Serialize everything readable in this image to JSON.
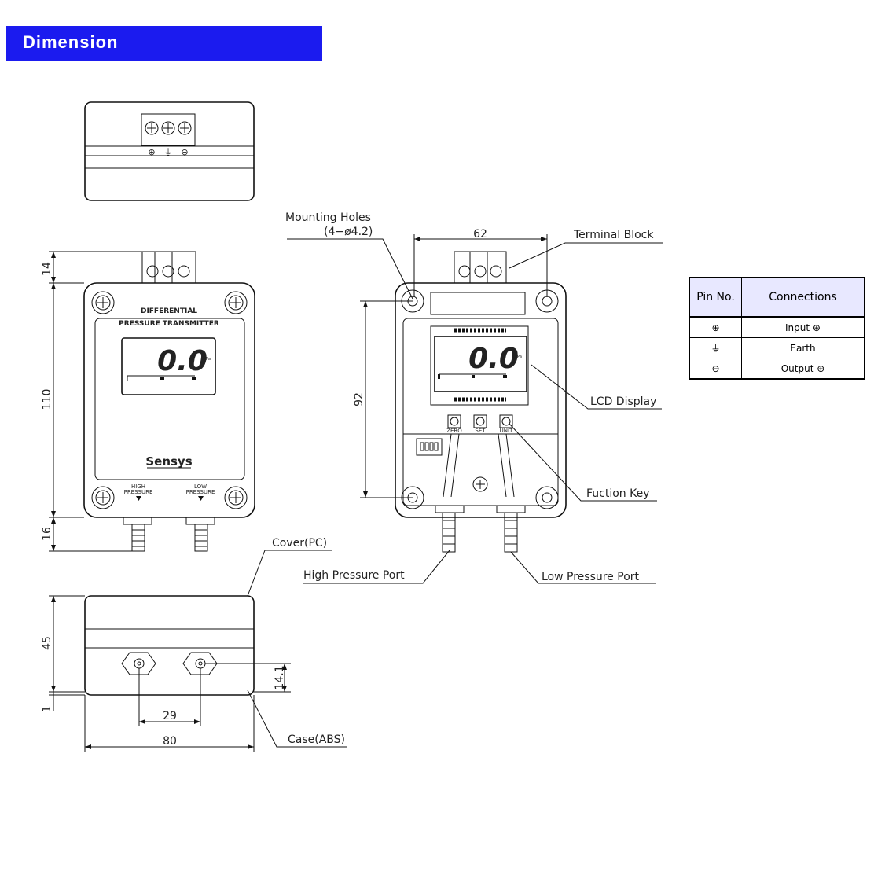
{
  "header": {
    "title": "Dimension",
    "color": "#1b1bef"
  },
  "top_view": {
    "terminal_symbols": [
      "⊕",
      "⏚",
      "⊖"
    ]
  },
  "front_view": {
    "title_line1": "DIFFERENTIAL",
    "title_line2": "PRESSURE TRANSMITTER",
    "lcd_value": "0.0",
    "lcd_unit": "Pa",
    "brand": "Sensys",
    "high_port_label_1": "HIGH",
    "high_port_label_2": "PRESSURE",
    "low_port_label_1": "LOW",
    "low_port_label_2": "PRESSURE",
    "dim_top": "14",
    "dim_height": "110",
    "dim_bottom": "16"
  },
  "inner_view": {
    "lcd_value": "0.0",
    "lcd_unit": "Pa",
    "keys": [
      "ZERO",
      "SET",
      "UNIT"
    ],
    "dim_width": "62",
    "dim_height": "92"
  },
  "side_view": {
    "dim_height": "45",
    "dim_base": "1",
    "dim_port_height": "14.1",
    "dim_port_spacing": "29",
    "dim_width": "80"
  },
  "callouts": {
    "mounting_holes_1": "Mounting Holes",
    "mounting_holes_2": "(4−ø4.2)",
    "terminal_block": "Terminal Block",
    "lcd_display": "LCD Display",
    "function_key": "Fuction Key",
    "high_pressure_port": "High Pressure Port",
    "low_pressure_port": "Low Pressure Port",
    "cover": "Cover(PC)",
    "case": "Case(ABS)"
  },
  "pin_table": {
    "headers": [
      "Pin No.",
      "Connections"
    ],
    "rows": [
      {
        "pin": "⊕",
        "connection": "Input ⊕"
      },
      {
        "pin": "⏚",
        "connection": "Earth"
      },
      {
        "pin": "⊖",
        "connection": "Output ⊕"
      }
    ]
  }
}
